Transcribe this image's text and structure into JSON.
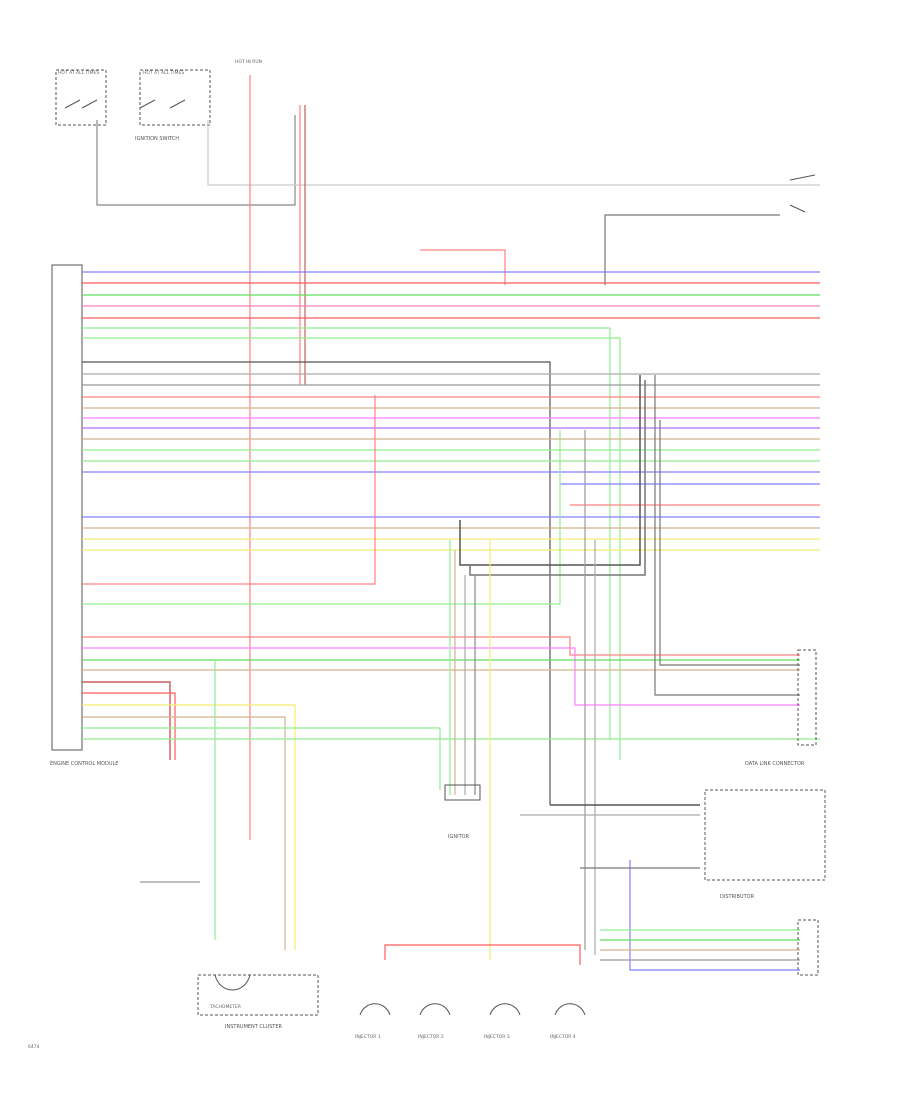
{
  "colors": {
    "blue": "#8080ff",
    "red": "#ff5a5a",
    "green": "#5fdc5f",
    "lightgreen": "#90ee90",
    "yellow": "#f4ec70",
    "tan": "#d2b48c",
    "pink": "#ff80ff",
    "gray": "#9a9a9a",
    "dark": "#555555"
  },
  "labels": {
    "hot_all_times_1": "HOT AT ALL TIMES",
    "hot_all_times_2": "HOT AT ALL TIMES",
    "hot_in_run": "HOT IN RUN",
    "ignition_switch": "IGNITION SWITCH",
    "ecm": "ENGINE CONTROL MODULE",
    "data_link": "DATA LINK CONNECTOR",
    "distributor": "DISTRIBUTOR",
    "ignitor": "IGNITOR",
    "instrument_cluster": "INSTRUMENT CLUSTER",
    "tachometer": "TACHOMETER",
    "injector_1": "INJECTOR 1",
    "injector_2": "INJECTOR 2",
    "injector_3": "INJECTOR 3",
    "injector_4": "INJECTOR 4",
    "page_code": "6474"
  }
}
